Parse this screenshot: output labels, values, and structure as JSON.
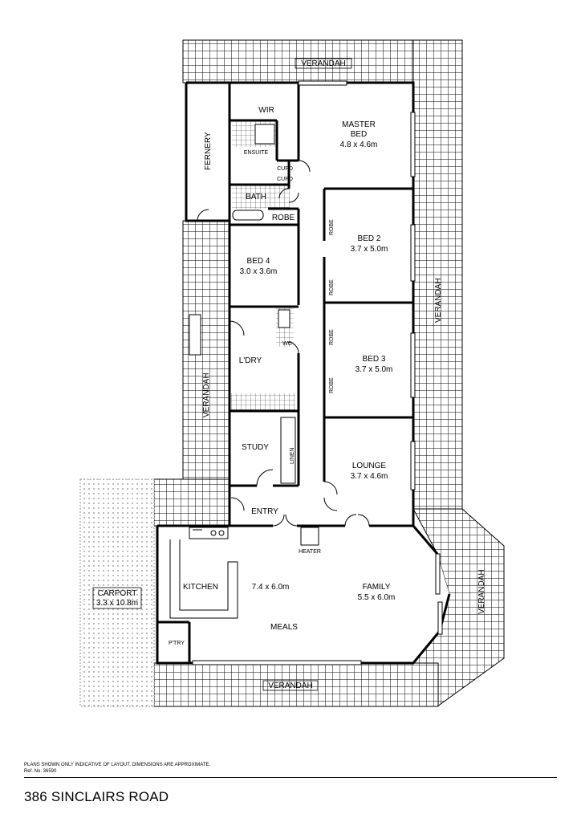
{
  "plan": {
    "labels": {
      "verandah": "VERANDAH",
      "wir": "WIR",
      "master_bed_l1": "MASTER",
      "master_bed_l2": "BED",
      "master_bed_dim": "4.8 x 4.6m",
      "fernery": "FERNERY",
      "ensuite": "ENSUITE",
      "cupd": "CUPD",
      "bath": "BATH",
      "robe": "ROBE",
      "bed2": "BED 2",
      "bed2_dim": "3.7 x 5.0m",
      "bed4": "BED 4",
      "bed4_dim": "3.0 x 3.6m",
      "wc": "WC",
      "laundry": "L'DRY",
      "bed3": "BED 3",
      "bed3_dim": "3.7 x 5.0m",
      "study": "STUDY",
      "linen": "LINEN",
      "lounge": "LOUNGE",
      "lounge_dim": "3.7 x 4.6m",
      "entry": "ENTRY",
      "heater": "HEATER",
      "carport": "CARPORT",
      "carport_dim": "3.3 x 10.8m",
      "kitchen": "KITCHEN",
      "kitchen_dim": "7.4 x 6.0m",
      "family": "FAMILY",
      "family_dim": "5.5 x 6.0m",
      "meals": "MEALS",
      "ptry": "P'TRY"
    }
  },
  "footer": {
    "disclaimer": "PLANS SHOWN ONLY INDICATIVE OF LAYOUT.  DIMENSIONS ARE APPROXIMATE.",
    "ref": "Ref. No. 36590",
    "address": "386 SINCLAIRS ROAD"
  }
}
